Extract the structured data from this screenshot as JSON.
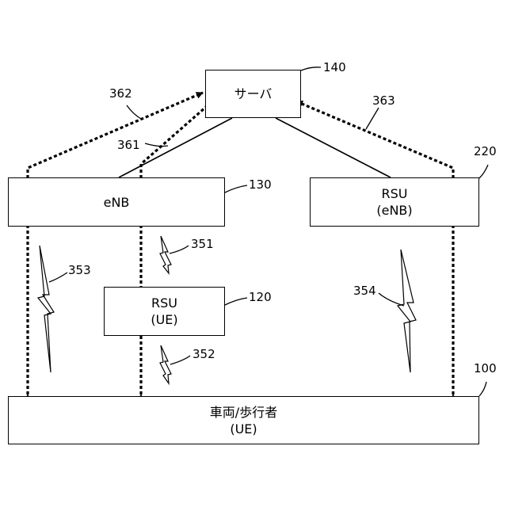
{
  "nodes": {
    "server": {
      "lines": [
        "サーバ"
      ],
      "ref": "140"
    },
    "enb": {
      "lines": [
        "eNB"
      ],
      "ref": "130"
    },
    "rsu_enb": {
      "lines": [
        "RSU",
        "(eNB)"
      ],
      "ref": "220"
    },
    "rsu_ue": {
      "lines": [
        "RSU",
        "(UE)"
      ],
      "ref": "120"
    },
    "vehicle": {
      "lines": [
        "車両/歩行者",
        "(UE)"
      ],
      "ref": "100"
    }
  },
  "links": {
    "l361": "361",
    "l362": "362",
    "l363": "363",
    "w351": "351",
    "w352": "352",
    "w353": "353",
    "w354": "354"
  }
}
